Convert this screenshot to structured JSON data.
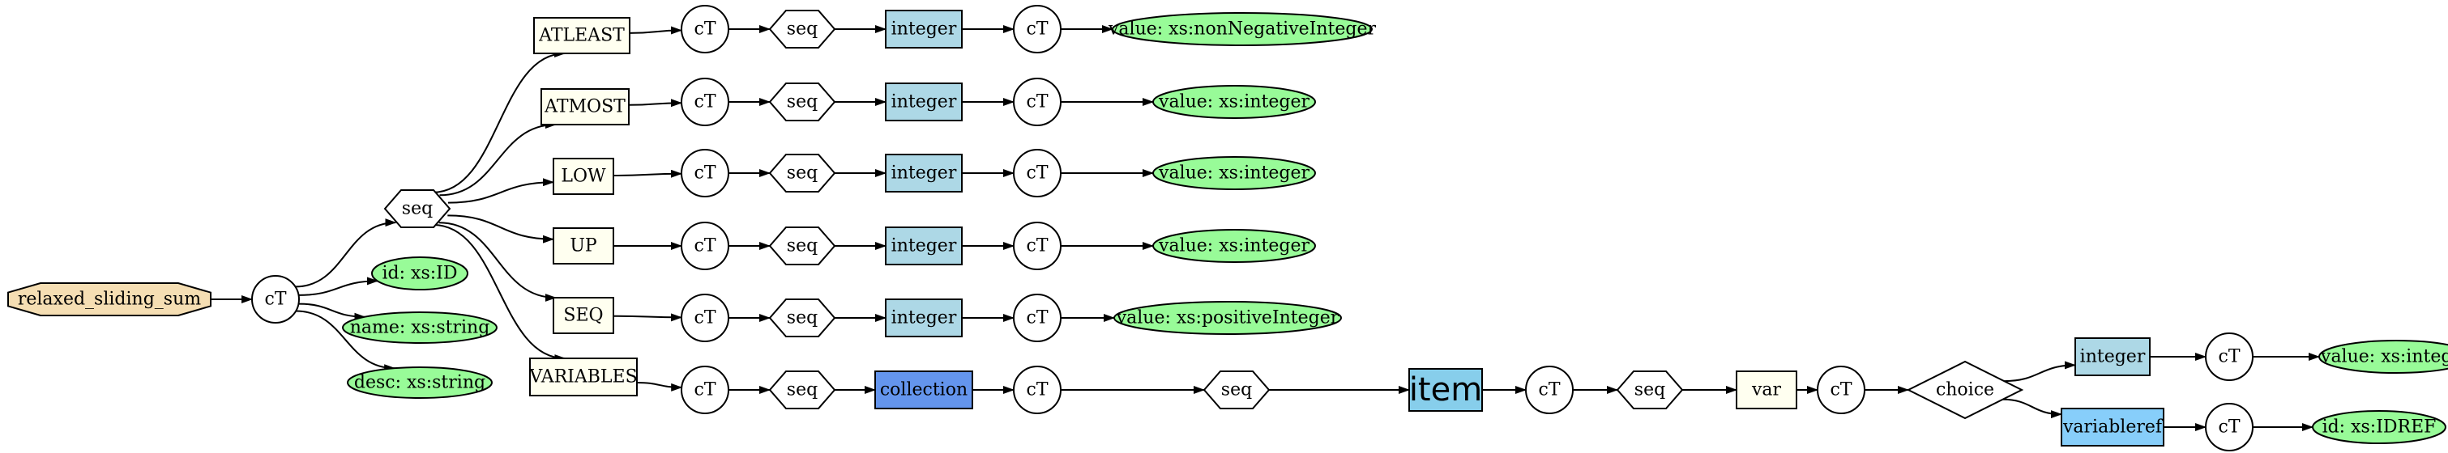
{
  "diagram": {
    "nodes": [
      {
        "id": "root",
        "label": "relaxed_sliding_sum",
        "shape": "octagon",
        "fill": "#f5deb3"
      },
      {
        "id": "ct0",
        "label": "cT",
        "shape": "circle",
        "fill": "#ffffff"
      },
      {
        "id": "seq0",
        "label": "seq",
        "shape": "hexagon",
        "fill": "#ffffff"
      },
      {
        "id": "attr_id",
        "label": "id: xs:ID",
        "shape": "ellipse",
        "fill": "#98fb98",
        "stroke": true
      },
      {
        "id": "attr_name",
        "label": "name: xs:string",
        "shape": "ellipse",
        "fill": "#98fb98",
        "stroke": false
      },
      {
        "id": "attr_desc",
        "label": "desc: xs:string",
        "shape": "ellipse",
        "fill": "#98fb98",
        "stroke": false
      },
      {
        "id": "e_atleast",
        "label": "ATLEAST",
        "shape": "box",
        "fill": "#fffff0"
      },
      {
        "id": "ct_a1",
        "label": "cT",
        "shape": "circle",
        "fill": "#ffffff"
      },
      {
        "id": "seq_a",
        "label": "seq",
        "shape": "hexagon",
        "fill": "#ffffff"
      },
      {
        "id": "int_a",
        "label": "integer",
        "shape": "box",
        "fill": "#add8e6"
      },
      {
        "id": "ct_a2",
        "label": "cT",
        "shape": "circle",
        "fill": "#ffffff"
      },
      {
        "id": "val_a",
        "label": "value: xs:nonNegativeInteger",
        "shape": "ellipse",
        "fill": "#98fb98",
        "stroke": true
      },
      {
        "id": "e_atmost",
        "label": "ATMOST",
        "shape": "box",
        "fill": "#fffff0"
      },
      {
        "id": "ct_b1",
        "label": "cT",
        "shape": "circle",
        "fill": "#ffffff"
      },
      {
        "id": "seq_b",
        "label": "seq",
        "shape": "hexagon",
        "fill": "#ffffff"
      },
      {
        "id": "int_b",
        "label": "integer",
        "shape": "box",
        "fill": "#add8e6"
      },
      {
        "id": "ct_b2",
        "label": "cT",
        "shape": "circle",
        "fill": "#ffffff"
      },
      {
        "id": "val_b",
        "label": "value: xs:integer",
        "shape": "ellipse",
        "fill": "#98fb98",
        "stroke": true
      },
      {
        "id": "e_low",
        "label": "LOW",
        "shape": "box",
        "fill": "#fffff0"
      },
      {
        "id": "ct_c1",
        "label": "cT",
        "shape": "circle",
        "fill": "#ffffff"
      },
      {
        "id": "seq_c",
        "label": "seq",
        "shape": "hexagon",
        "fill": "#ffffff"
      },
      {
        "id": "int_c",
        "label": "integer",
        "shape": "box",
        "fill": "#add8e6"
      },
      {
        "id": "ct_c2",
        "label": "cT",
        "shape": "circle",
        "fill": "#ffffff"
      },
      {
        "id": "val_c",
        "label": "value: xs:integer",
        "shape": "ellipse",
        "fill": "#98fb98",
        "stroke": true
      },
      {
        "id": "e_up",
        "label": "UP",
        "shape": "box",
        "fill": "#fffff0"
      },
      {
        "id": "ct_d1",
        "label": "cT",
        "shape": "circle",
        "fill": "#ffffff"
      },
      {
        "id": "seq_d",
        "label": "seq",
        "shape": "hexagon",
        "fill": "#ffffff"
      },
      {
        "id": "int_d",
        "label": "integer",
        "shape": "box",
        "fill": "#add8e6"
      },
      {
        "id": "ct_d2",
        "label": "cT",
        "shape": "circle",
        "fill": "#ffffff"
      },
      {
        "id": "val_d",
        "label": "value: xs:integer",
        "shape": "ellipse",
        "fill": "#98fb98",
        "stroke": true
      },
      {
        "id": "e_seq",
        "label": "SEQ",
        "shape": "box",
        "fill": "#fffff0"
      },
      {
        "id": "ct_e1",
        "label": "cT",
        "shape": "circle",
        "fill": "#ffffff"
      },
      {
        "id": "seq_e",
        "label": "seq",
        "shape": "hexagon",
        "fill": "#ffffff"
      },
      {
        "id": "int_e",
        "label": "integer",
        "shape": "box",
        "fill": "#add8e6"
      },
      {
        "id": "ct_e2",
        "label": "cT",
        "shape": "circle",
        "fill": "#ffffff"
      },
      {
        "id": "val_e",
        "label": "value: xs:positiveInteger",
        "shape": "ellipse",
        "fill": "#98fb98",
        "stroke": true
      },
      {
        "id": "e_vars",
        "label": "VARIABLES",
        "shape": "box",
        "fill": "#fffff0"
      },
      {
        "id": "ct_f1",
        "label": "cT",
        "shape": "circle",
        "fill": "#ffffff"
      },
      {
        "id": "seq_f",
        "label": "seq",
        "shape": "hexagon",
        "fill": "#ffffff"
      },
      {
        "id": "coll",
        "label": "collection",
        "shape": "box",
        "fill": "#6495ed"
      },
      {
        "id": "ct_f2",
        "label": "cT",
        "shape": "circle",
        "fill": "#ffffff"
      },
      {
        "id": "seq_f2",
        "label": "seq",
        "shape": "hexagon",
        "fill": "#ffffff"
      },
      {
        "id": "item",
        "label": "item",
        "shape": "plain-box",
        "fill": "#87ceeb"
      },
      {
        "id": "ct_f3",
        "label": "cT",
        "shape": "circle",
        "fill": "#ffffff"
      },
      {
        "id": "seq_f3",
        "label": "seq",
        "shape": "hexagon",
        "fill": "#ffffff"
      },
      {
        "id": "var",
        "label": "var",
        "shape": "box",
        "fill": "#fffff0"
      },
      {
        "id": "ct_f4",
        "label": "cT",
        "shape": "circle",
        "fill": "#ffffff"
      },
      {
        "id": "choice",
        "label": "choice",
        "shape": "diamond",
        "fill": "#ffffff"
      },
      {
        "id": "int_f",
        "label": "integer",
        "shape": "box",
        "fill": "#add8e6"
      },
      {
        "id": "ct_f5",
        "label": "cT",
        "shape": "circle",
        "fill": "#ffffff"
      },
      {
        "id": "val_f",
        "label": "value: xs:integer",
        "shape": "ellipse",
        "fill": "#98fb98",
        "stroke": true
      },
      {
        "id": "varref",
        "label": "variableref",
        "shape": "box",
        "fill": "#87cefa"
      },
      {
        "id": "ct_f6",
        "label": "cT",
        "shape": "circle",
        "fill": "#ffffff"
      },
      {
        "id": "idref",
        "label": "id: xs:IDREF",
        "shape": "ellipse",
        "fill": "#98fb98",
        "stroke": true
      }
    ],
    "edges": [
      [
        "root",
        "ct0"
      ],
      [
        "ct0",
        "seq0"
      ],
      [
        "ct0",
        "attr_id"
      ],
      [
        "ct0",
        "attr_name"
      ],
      [
        "ct0",
        "attr_desc"
      ],
      [
        "seq0",
        "e_atleast"
      ],
      [
        "seq0",
        "e_atmost"
      ],
      [
        "seq0",
        "e_low"
      ],
      [
        "seq0",
        "e_up"
      ],
      [
        "seq0",
        "e_seq"
      ],
      [
        "seq0",
        "e_vars"
      ],
      [
        "e_atleast",
        "ct_a1"
      ],
      [
        "ct_a1",
        "seq_a"
      ],
      [
        "seq_a",
        "int_a"
      ],
      [
        "int_a",
        "ct_a2"
      ],
      [
        "ct_a2",
        "val_a"
      ],
      [
        "e_atmost",
        "ct_b1"
      ],
      [
        "ct_b1",
        "seq_b"
      ],
      [
        "seq_b",
        "int_b"
      ],
      [
        "int_b",
        "ct_b2"
      ],
      [
        "ct_b2",
        "val_b"
      ],
      [
        "e_low",
        "ct_c1"
      ],
      [
        "ct_c1",
        "seq_c"
      ],
      [
        "seq_c",
        "int_c"
      ],
      [
        "int_c",
        "ct_c2"
      ],
      [
        "ct_c2",
        "val_c"
      ],
      [
        "e_up",
        "ct_d1"
      ],
      [
        "ct_d1",
        "seq_d"
      ],
      [
        "seq_d",
        "int_d"
      ],
      [
        "int_d",
        "ct_d2"
      ],
      [
        "ct_d2",
        "val_d"
      ],
      [
        "e_seq",
        "ct_e1"
      ],
      [
        "ct_e1",
        "seq_e"
      ],
      [
        "seq_e",
        "int_e"
      ],
      [
        "int_e",
        "ct_e2"
      ],
      [
        "ct_e2",
        "val_e"
      ],
      [
        "e_vars",
        "ct_f1"
      ],
      [
        "ct_f1",
        "seq_f"
      ],
      [
        "seq_f",
        "coll"
      ],
      [
        "coll",
        "ct_f2"
      ],
      [
        "ct_f2",
        "seq_f2"
      ],
      [
        "seq_f2",
        "item"
      ],
      [
        "item",
        "ct_f3"
      ],
      [
        "ct_f3",
        "seq_f3"
      ],
      [
        "seq_f3",
        "var"
      ],
      [
        "var",
        "ct_f4"
      ],
      [
        "ct_f4",
        "choice"
      ],
      [
        "choice",
        "int_f"
      ],
      [
        "choice",
        "varref"
      ],
      [
        "int_f",
        "ct_f5"
      ],
      [
        "ct_f5",
        "val_f"
      ],
      [
        "varref",
        "ct_f6"
      ],
      [
        "ct_f6",
        "idref"
      ]
    ]
  }
}
